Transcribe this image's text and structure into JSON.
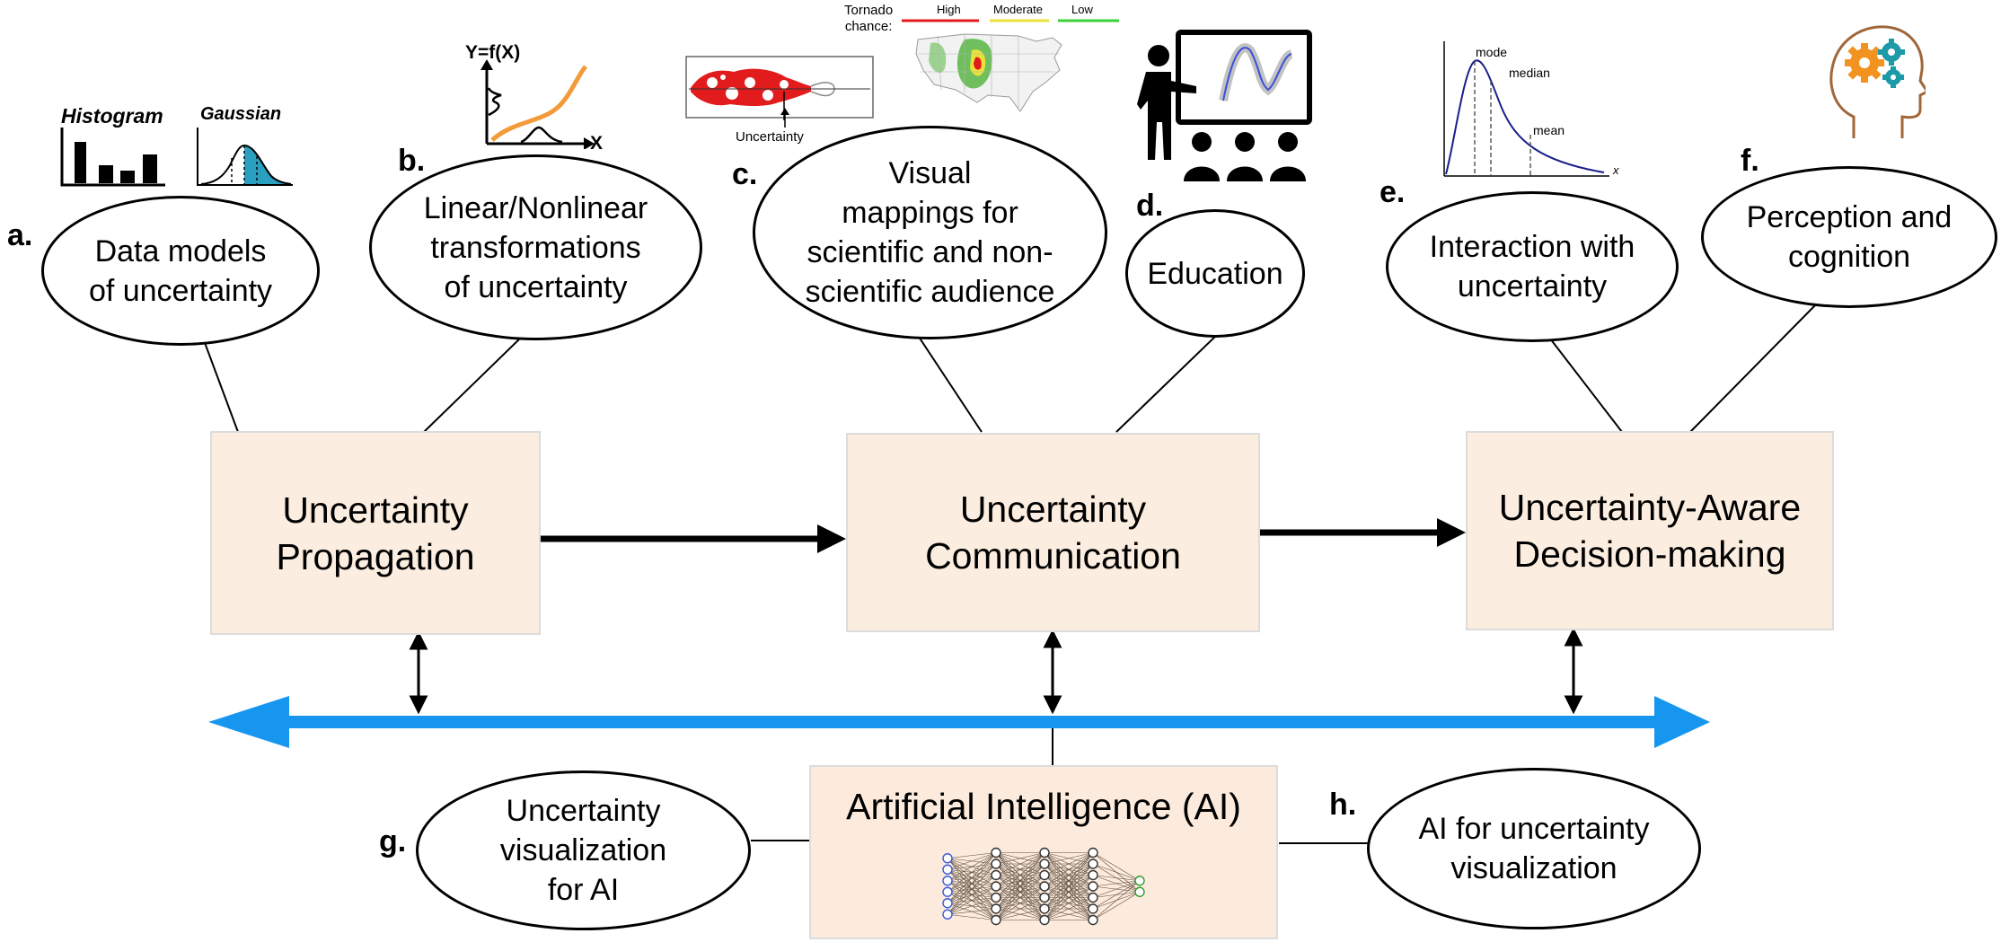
{
  "nodes": {
    "propagation": "Uncertainty\nPropagation",
    "communication": "Uncertainty\nCommunication",
    "decision": "Uncertainty-Aware\nDecision-making",
    "ai": "Artificial Intelligence (AI)"
  },
  "topics": [
    {
      "letter": "a.",
      "text": "Data models\nof uncertainty"
    },
    {
      "letter": "b.",
      "text": "Linear/Nonlinear\ntransformations\nof uncertainty"
    },
    {
      "letter": "c.",
      "text": "Visual\nmappings for\nscientific and non-\nscientific audience"
    },
    {
      "letter": "d.",
      "text": "Education"
    },
    {
      "letter": "e.",
      "text": "Interaction with\nuncertainty"
    },
    {
      "letter": "f.",
      "text": "Perception and\ncognition"
    },
    {
      "letter": "g.",
      "text": "Uncertainty\nvisualization\nfor AI"
    },
    {
      "letter": "h.",
      "text": "AI for uncertainty\nvisualization"
    }
  ],
  "thumbnails": {
    "a": {
      "histogram": "Histogram",
      "gaussian": "Gaussian"
    },
    "b": {
      "y_label": "Y=f(X)",
      "x_label": "X"
    },
    "c": {
      "uncertainty_label": "Uncertainty",
      "tornado_label": "Tornado\nchance:",
      "legend": [
        "High",
        "Moderate",
        "Low"
      ]
    },
    "e": {
      "labels": [
        "mode",
        "median",
        "mean"
      ],
      "x_label": "x"
    }
  },
  "colors": {
    "box_fill": "#fbeee0",
    "box_border": "#dcdcdc",
    "axis_arrow": "#1796f0",
    "legend_high": "#e41a1c",
    "legend_moderate": "#e8e23a",
    "legend_low": "#3bd13b",
    "gaussian_fill": "#2a9fbf",
    "orange_curve": "#f39a3b",
    "head_outline": "#a0673a",
    "gear_orange": "#f2921f",
    "gear_teal": "#1c9aa8"
  }
}
